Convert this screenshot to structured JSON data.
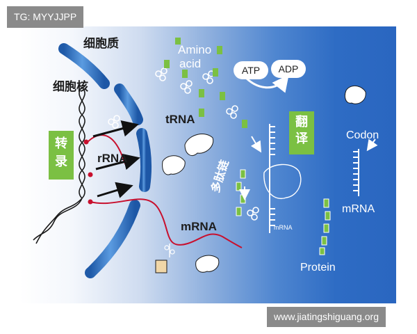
{
  "watermark_tag": "TG: MYYJJPP",
  "website": "www.jiatingshiguang.org",
  "labels": {
    "cytoplasm": "细胞质",
    "nucleus": "细胞核",
    "transcription": "转录",
    "translation": "翻译",
    "amino_acid_line1": "Amino",
    "amino_acid_line2": "acid",
    "atp": "ATP",
    "adp": "ADP",
    "trna": "tRNA",
    "rrna": "rRNA",
    "mrna_left": "mRNA",
    "polypeptide": "多肽链",
    "mrna_small": "mRNA",
    "codon": "Codon",
    "mrna_right": "mRNA",
    "protein": "Protein"
  },
  "colors": {
    "membrane_blue": "#2f6fc0",
    "green_box": "#7bc043",
    "mrna_red": "#c8102e",
    "arrow_black": "#111111"
  }
}
